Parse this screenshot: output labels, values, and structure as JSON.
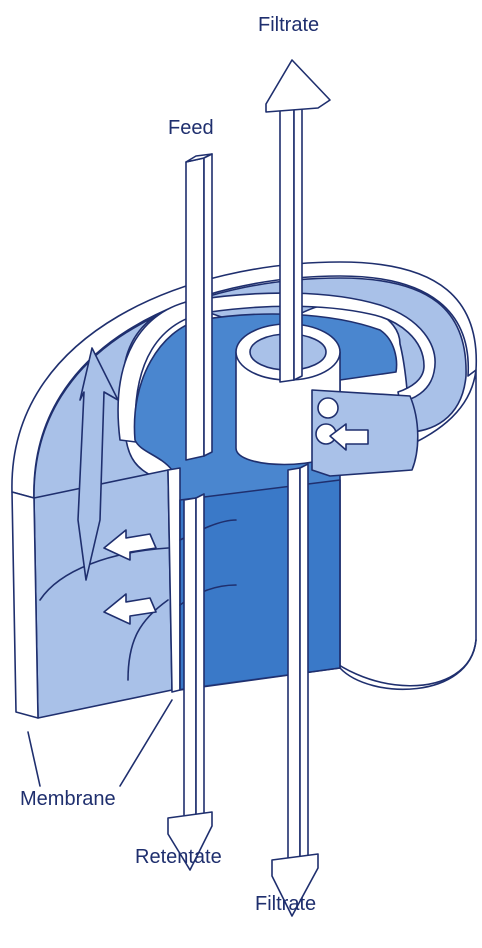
{
  "labels": {
    "filtrate_top": "Filtrate",
    "feed": "Feed",
    "membrane": "Membrane",
    "retentate": "Retentate",
    "filtrate_bottom": "Filtrate"
  },
  "colors": {
    "outline": "#1f2f6e",
    "membrane_fill": "#a9c1e8",
    "inner_fill": "#4a86cf",
    "deep_fill": "#2e6fc2",
    "white": "#ffffff"
  }
}
